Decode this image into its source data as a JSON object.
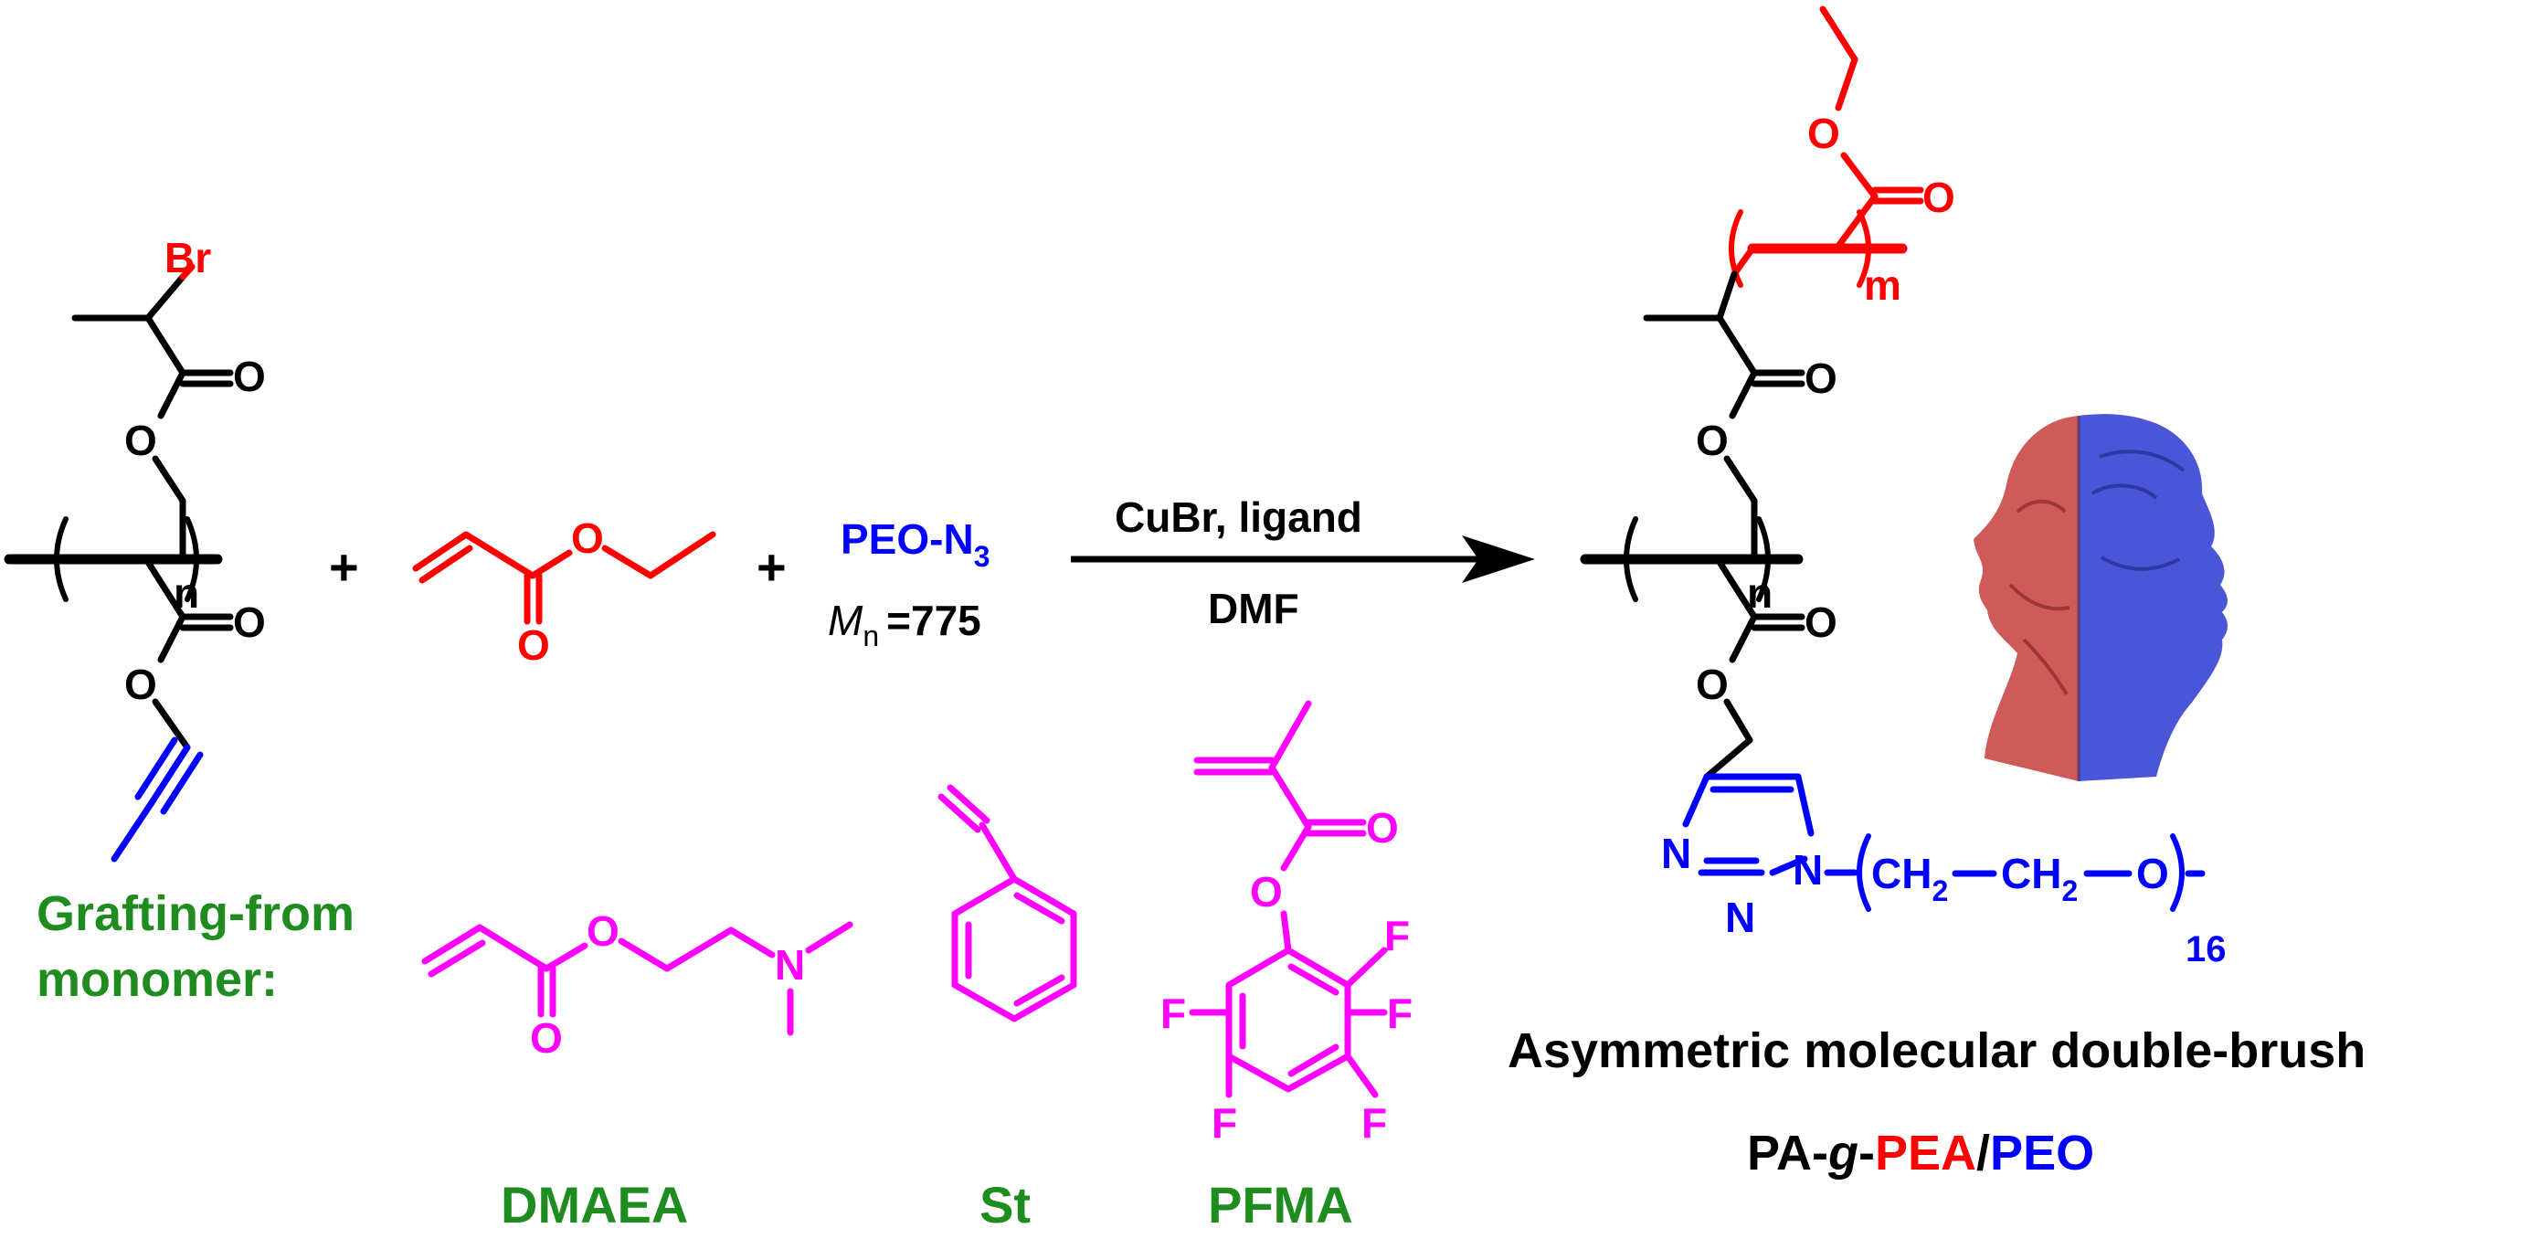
{
  "colors": {
    "black": "#000000",
    "red": "#ff0000",
    "blue": "#0000ff",
    "magenta": "#ff00ff",
    "green": "#1e8c1e",
    "bust_red": "#d05a5a",
    "bust_blue": "#4a55d8"
  },
  "reactant": {
    "br_label": "Br",
    "o_carbonyl_top": "O",
    "o_ester_top": "O",
    "o_carbonyl_bottom": "O",
    "o_ester_bottom": "O",
    "repeat": "n"
  },
  "ethyl_acrylate": {
    "o_ester": "O",
    "o_carbonyl": "O"
  },
  "plus_1": "+",
  "plus_2": "+",
  "peo": {
    "label": "PEO-N",
    "subscript": "3",
    "mn_symbol": "M",
    "mn_sub": "n",
    "mn_value": "=775"
  },
  "arrow": {
    "above": "CuBr, ligand",
    "below": "DMF"
  },
  "product": {
    "o_ester_pea": "O",
    "o_carbonyl_pea": "O",
    "repeat_m": "m",
    "o_carbonyl_top": "O",
    "o_ester_top": "O",
    "repeat_n": "n",
    "o_carbonyl_bottom": "O",
    "o_ester_bottom": "O",
    "n1": "N",
    "n2": "N",
    "n3": "N",
    "ch2_a": "CH",
    "ch2_a_sub": "2",
    "ch2_b": "CH",
    "ch2_b_sub": "2",
    "o_peo": "O",
    "repeat_16": "16"
  },
  "grafting": {
    "line1": "Grafting-from",
    "line2": "monomer:"
  },
  "monomers": {
    "dmaea": {
      "name": "DMAEA",
      "o_ester": "O",
      "o_carbonyl": "O",
      "n": "N"
    },
    "st": {
      "name": "St"
    },
    "pfma": {
      "name": "PFMA",
      "o_carbonyl": "O",
      "o_ester": "O",
      "f_top_right": "F",
      "f_left": "F",
      "f_right": "F",
      "f_bottom_left": "F",
      "f_bottom_right": "F"
    }
  },
  "caption": {
    "line1": "Asymmetric molecular double-brush",
    "pa_g": "PA-",
    "g": "g",
    "dash": "-",
    "pea": "PEA",
    "slash": "/",
    "peo": "PEO"
  }
}
